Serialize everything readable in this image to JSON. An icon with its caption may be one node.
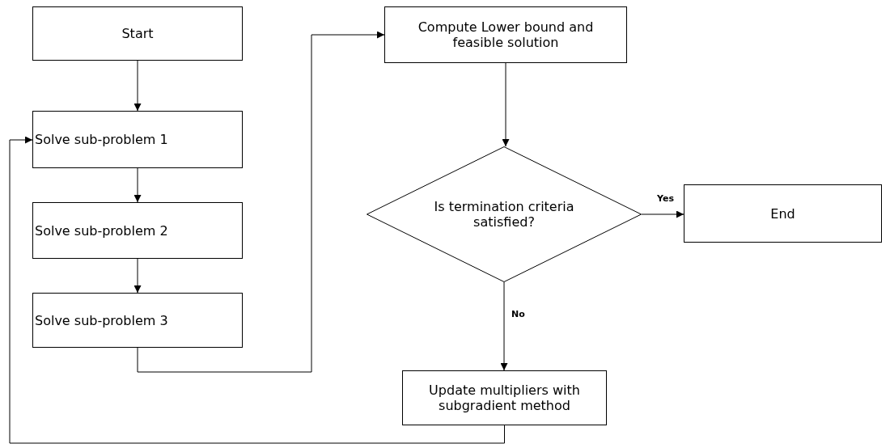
{
  "diagram": {
    "nodes": [
      {
        "text": [
          "Start"
        ]
      },
      {
        "text": [
          "Solve sub-problem 1"
        ]
      },
      {
        "text": [
          "Solve sub-problem 2"
        ]
      },
      {
        "text": [
          "Solve sub-problem 3"
        ]
      },
      {
        "text": [
          "Compute Lower bound and feasible solution"
        ]
      },
      {
        "text": [
          "Is termination criteria satisfied?"
        ]
      },
      {
        "text": [
          "End"
        ]
      },
      {
        "text": [
          "Update multipliers with subgradient method"
        ]
      }
    ],
    "edges": [
      {
        "from": 0,
        "to": 1,
        "arrow": "to"
      },
      {
        "from": 1,
        "to": 2,
        "arrow": "to"
      },
      {
        "from": 2,
        "to": 3,
        "arrow": "to"
      },
      {
        "from": 3,
        "to": 4,
        "arrow": "to"
      },
      {
        "from": 4,
        "to": 5,
        "arrow": "to"
      },
      {
        "from": 5,
        "to": 6,
        "arrow": "to",
        "label": "Yes"
      },
      {
        "from": 5,
        "to": 7,
        "arrow": "to",
        "label": "No"
      },
      {
        "from": 7,
        "to": 1,
        "arrow": "to"
      }
    ]
  }
}
